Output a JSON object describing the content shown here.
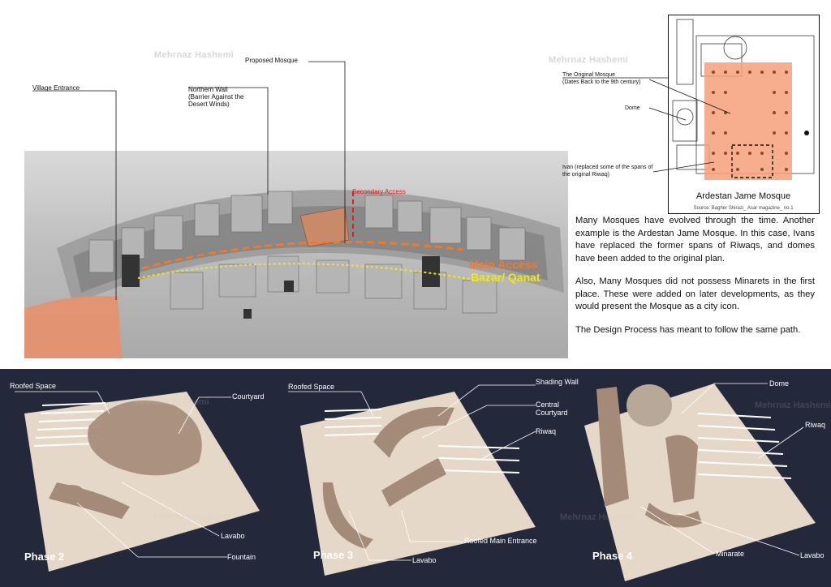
{
  "watermark": "Mehrnaz Hashemi",
  "site_model": {
    "labels": {
      "village_entrance": "Village Entrance",
      "northern_wall": "Northern Wall\n(Barrier Against the\nDesert Winds)",
      "proposed_mosque": "Proposed Mosque",
      "secondary_access": "Secondary Access",
      "main_access": "Main Access",
      "bazar_qanat": "Bazar/ Qanat"
    },
    "colors": {
      "main_access": "#f07a2a",
      "bazar_qanat": "#f2e51c",
      "secondary_access": "#e01d1d",
      "entrance_area": "#e8906b"
    }
  },
  "plan": {
    "title": "Ardestan Jame Mosque",
    "source": "Source: Bagher Shirazi_ Asar magazine_ no.1",
    "labels": {
      "original_mosque": "The Original Mosque\n(Dates Back to the 9th century)",
      "dome": "Dome",
      "ivan": "Ivan (replaced some of the spans of the original Riwaq)"
    },
    "colors": {
      "original_area": "#f4a07a"
    }
  },
  "description": [
    "Many Mosques have evolved through the time. Another example is the Ardestan Jame Mosque. In this case, Ivans have replaced the former spans of Riwaqs, and domes have been added to the original plan.",
    "Also, Many Mosques did not possess Minarets in the first place. These were added on later developments, as they would present the Mosque as a city icon.",
    "The Design Process has meant to follow the same path."
  ],
  "phases": [
    {
      "title": "Phase 2",
      "labels": {
        "roofed_space": "Roofed Space",
        "courtyard": "Courtyard",
        "lavabo": "Lavabo",
        "fountain": "Fountain"
      }
    },
    {
      "title": "Phase 3",
      "labels": {
        "roofed_space": "Roofed Space",
        "shading_wall": "Shading Wall",
        "central_courtyard": "Central\nCourtyard",
        "riwaq": "Riwaq",
        "roofed_main_entrance": "Roofed Main Entrance",
        "lavabo": "Lavabo"
      }
    },
    {
      "title": "Phase 4",
      "labels": {
        "dome": "Dome",
        "riwaq": "Riwaq",
        "minarate": "Minarate",
        "lavabo": "Lavabo"
      }
    }
  ]
}
